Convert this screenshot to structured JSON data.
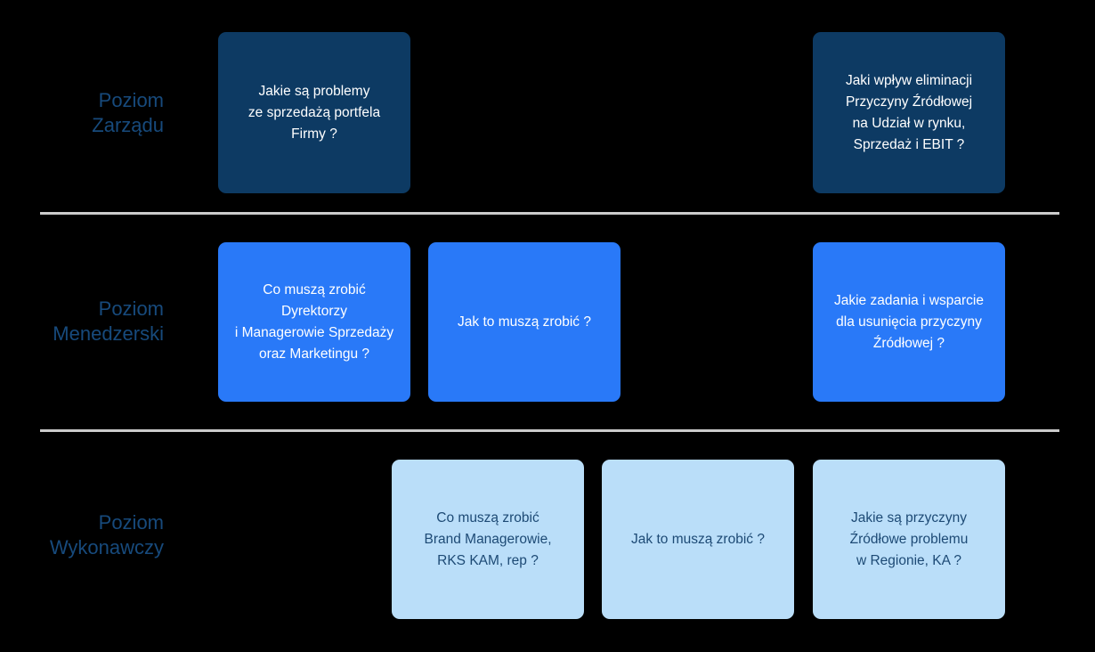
{
  "colors": {
    "background": "#000000",
    "level1_box": "#0d3a63",
    "level2_box": "#2979f8",
    "level3_box": "#badef9",
    "label_text": "#174a7c",
    "box_text_light": "#ffffff",
    "box_text_dark": "#1d4a75",
    "divider": "#cbcbcb"
  },
  "levels": [
    {
      "label": "Poziom\nZarządu",
      "boxes": [
        {
          "text": "Jakie są problemy\nze sprzedażą portfela\nFirmy ?"
        },
        {
          "text": "Jaki wpływ eliminacji\nPrzyczyny Źródłowej\nna Udział w rynku,\nSprzedaż i EBIT ?"
        }
      ]
    },
    {
      "label": "Poziom\nMenedzerski",
      "boxes": [
        {
          "text": "Co muszą zrobić\nDyrektorzy\ni Managerowie Sprzedaży\noraz Marketingu ?"
        },
        {
          "text": "Jak to muszą zrobić ?"
        },
        {
          "text": "Jakie zadania i wsparcie\ndla usunięcia przyczyny\nŹródłowej ?"
        }
      ]
    },
    {
      "label": "Poziom\nWykonawczy",
      "boxes": [
        {
          "text": "Co muszą zrobić\nBrand Managerowie,\nRKS KAM, rep ?"
        },
        {
          "text": "Jak to muszą zrobić ?"
        },
        {
          "text": "Jakie są przyczyny\nŹródłowe problemu\nw Regionie, KA ?"
        }
      ]
    }
  ]
}
